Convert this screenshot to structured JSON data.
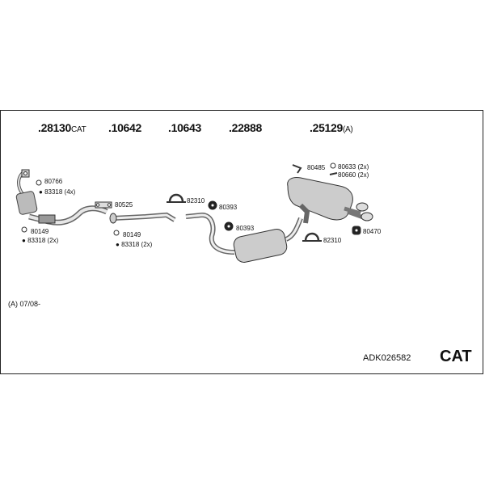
{
  "parts": [
    {
      "number": ".28130",
      "suffix": "CAT"
    },
    {
      "number": ".10642",
      "suffix": ""
    },
    {
      "number": ".10643",
      "suffix": ""
    },
    {
      "number": ".22888",
      "suffix": ""
    },
    {
      "number": ".25129",
      "suffix": "(A)"
    }
  ],
  "labels": {
    "l_80766": "80766",
    "l_83318_4x": "83318 (4x)",
    "l_80525": "80525",
    "l_80149_a": "80149",
    "l_83318_2x_a": "83318 (2x)",
    "l_80149_b": "80149",
    "l_83318_2x_b": "83318 (2x)",
    "l_82310_a": "82310",
    "l_80393_a": "80393",
    "l_80393_b": "80393",
    "l_80485": "80485",
    "l_80633": "80633 (2x)",
    "l_80660": "80660 (2x)",
    "l_82310_b": "82310",
    "l_80470": "80470"
  },
  "note": "(A) 07/08-",
  "kit_code": "ADK026582",
  "cat_label": "CAT"
}
